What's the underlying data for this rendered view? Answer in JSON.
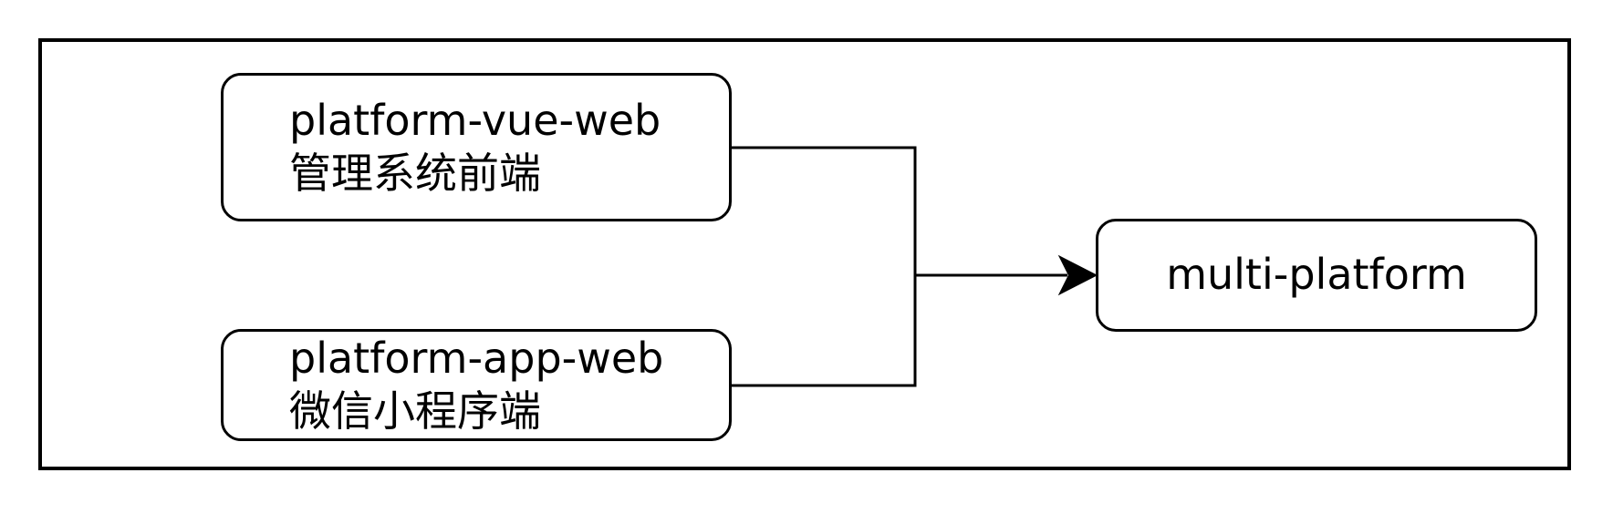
{
  "nodes": {
    "top": {
      "line1": "platform-vue-web",
      "line2": "管理系统前端"
    },
    "bottom": {
      "line1": "platform-app-web",
      "line2": "微信小程序端"
    },
    "target": {
      "label": "multi-platform"
    }
  },
  "edges": [
    {
      "from": "platform-vue-web",
      "to": "multi-platform"
    },
    {
      "from": "platform-app-web",
      "to": "multi-platform"
    }
  ],
  "colors": {
    "stroke": "#000000",
    "background": "#ffffff"
  }
}
